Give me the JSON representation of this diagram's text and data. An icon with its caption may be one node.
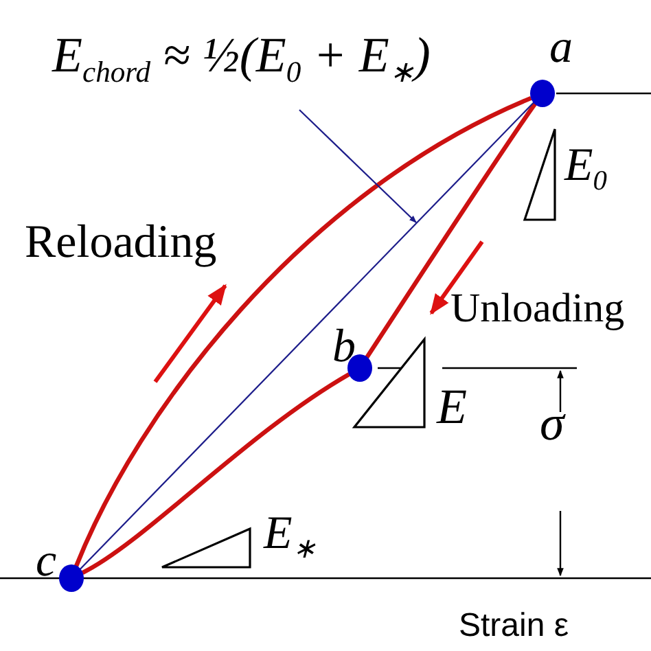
{
  "diagram": {
    "nodes": [
      {
        "text": [
          "E$_{chord}$ ≈ ½(E$_{0}$ + E$_{∗}$)"
        ]
      },
      {
        "text": [],
        "shape": "circle",
        "beside": [
          "a"
        ]
      },
      {
        "text": [],
        "shape": "circle",
        "beside": [
          "b"
        ]
      },
      {
        "text": [],
        "shape": "circle",
        "beside": [
          "c"
        ]
      }
    ],
    "edges": [
      {
        "from": 3,
        "to": 1,
        "arrow": "none"
      },
      {
        "from": 1,
        "to": 2,
        "arrow": "none"
      },
      {
        "from": 2,
        "to": 3,
        "arrow": "none"
      },
      {
        "from": 3,
        "to": 1,
        "arrow": "none",
        "color": "#1c1c8a"
      },
      {
        "from": 0,
        "to": null,
        "arrow": "to",
        "color": "#1c1c8a"
      }
    ],
    "labels": [
      "Reloading",
      "Unloading",
      "E$_{0}$",
      "E",
      "σ",
      "E$_{∗}$",
      "Strain ε"
    ]
  }
}
